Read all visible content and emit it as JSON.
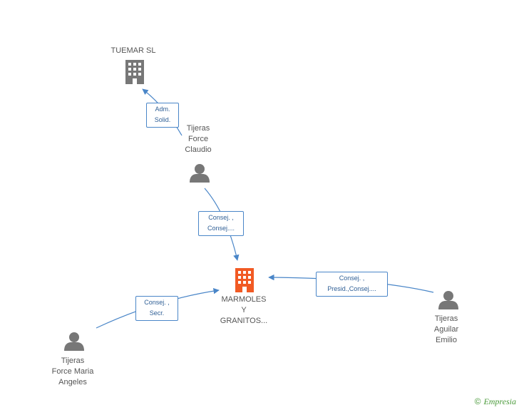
{
  "nodes": {
    "tuemar": {
      "label": "TUEMAR SL",
      "icon": "building-icon",
      "color": "#777777"
    },
    "marmoles": {
      "label": "MARMOLES\nY\nGRANITOS...",
      "icon": "building-icon",
      "color": "#f15a24"
    },
    "claudio": {
      "label": "Tijeras\nForce\nClaudio",
      "icon": "person-icon",
      "color": "#777777"
    },
    "maria": {
      "label": "Tijeras\nForce Maria\nAngeles",
      "icon": "person-icon",
      "color": "#777777"
    },
    "emilio": {
      "label": "Tijeras\nAguilar\nEmilio",
      "icon": "person-icon",
      "color": "#777777"
    }
  },
  "edges": {
    "claudio_tuemar": {
      "line1": "Adm.",
      "line2": "Solid."
    },
    "claudio_marmoles": {
      "line1": "Consej. ,",
      "line2": "Consej...."
    },
    "maria_marmoles": {
      "line1": "Consej. ,",
      "line2": "Secr."
    },
    "emilio_marmoles": {
      "line1": "Consej. ,",
      "line2": "Presid.,Consej...."
    }
  },
  "edge_color": "#4a86c8",
  "watermark": {
    "copyright": "©",
    "brand": "Empresia"
  }
}
